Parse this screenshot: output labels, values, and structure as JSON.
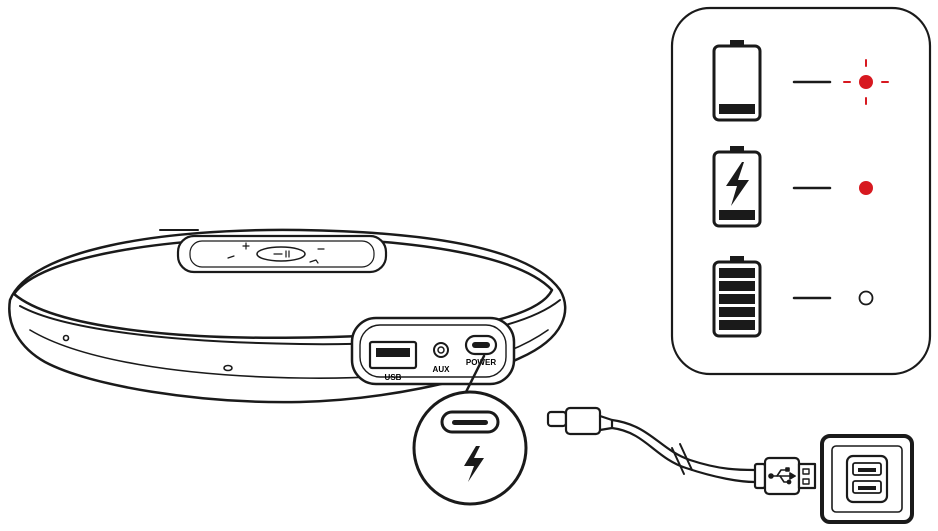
{
  "device": {
    "ports": {
      "usb_label": "USB",
      "aux_label": "AUX",
      "power_label": "POWER"
    }
  },
  "legend": {
    "rows": [
      {
        "battery": "low",
        "led": "red-blinking"
      },
      {
        "battery": "charging",
        "led": "red-solid"
      },
      {
        "battery": "full",
        "led": "off"
      }
    ]
  },
  "colors": {
    "line": "#1a1a1a",
    "led_red": "#d71920",
    "background": "#ffffff"
  },
  "icons": {
    "callout": "lightning-bolt-icon",
    "cable_plug": "usb-icon",
    "wall_adapter": "usb-dual-port-icon"
  }
}
